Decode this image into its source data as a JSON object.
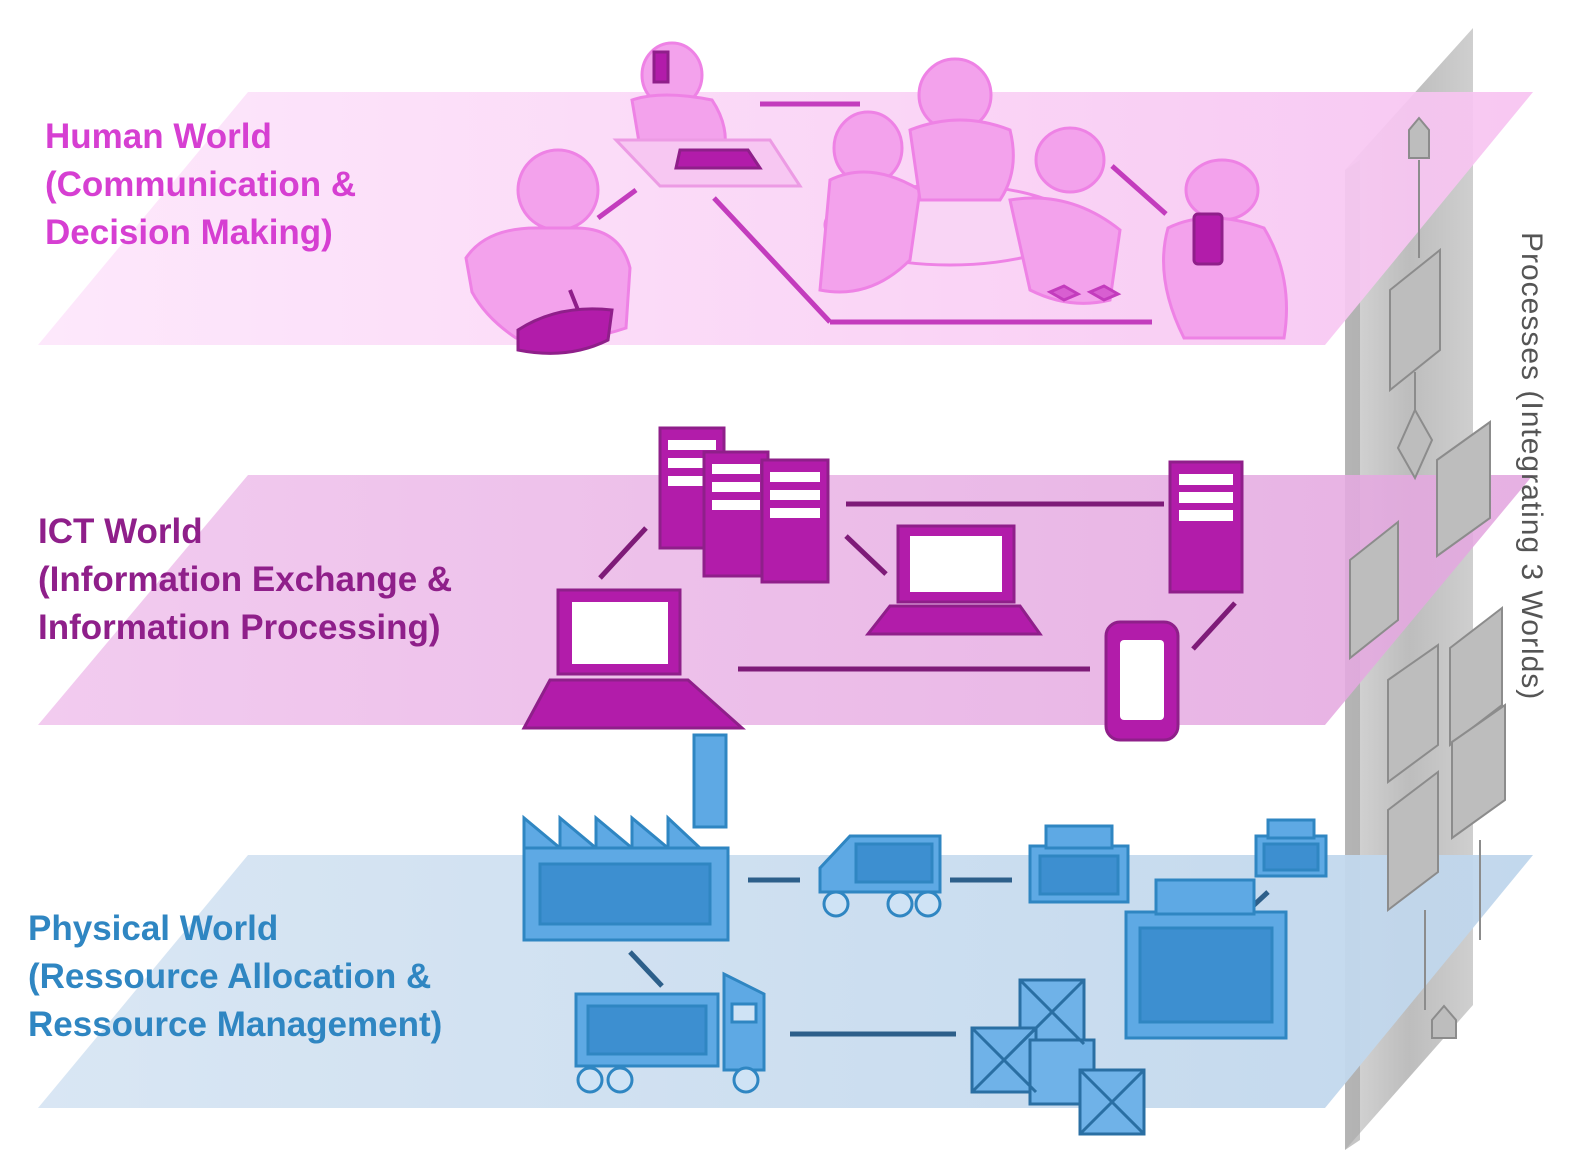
{
  "colors": {
    "human": "#d63fd2",
    "human_plane": "#f9c8f5",
    "human_icon": "#f290e8",
    "ict": "#8f1f8a",
    "ict_plane": "#e9b4e6",
    "ict_icon": "#b21caa",
    "physical": "#2f86c2",
    "physical_plane": "#c9dcef",
    "physical_icon": "#5ea9e4",
    "process_panel": "#c8c8c8",
    "process_text": "#555555"
  },
  "layers": [
    {
      "id": "human",
      "title": "Human World",
      "line2": "(Communication &",
      "line3": "Decision Making)"
    },
    {
      "id": "ict",
      "title": "ICT World",
      "line2": "(Information Exchange &",
      "line3": "Information Processing)"
    },
    {
      "id": "physical",
      "title": "Physical World",
      "line2": "(Ressource Allocation &",
      "line3": "Ressource Management)"
    }
  ],
  "process_panel": {
    "label": "Processes  (Integrating  3 Worlds)"
  },
  "icons": {
    "human": [
      "person-with-tablet-icon",
      "person-with-laptop-icon",
      "meeting-group-icon",
      "person-with-phone-icon"
    ],
    "ict": [
      "server-rack-icon",
      "laptop-icon",
      "smartphone-icon"
    ],
    "physical": [
      "factory-icon",
      "delivery-van-icon",
      "container-icon",
      "truck-icon",
      "crate-stack-icon"
    ]
  }
}
